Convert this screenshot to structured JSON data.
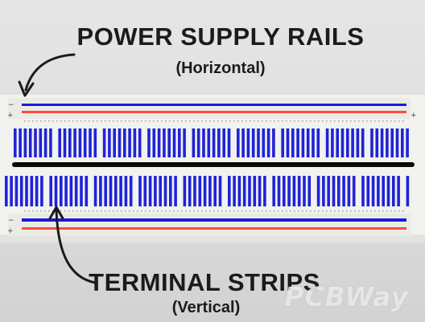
{
  "labels": {
    "rails_title": "POWER SUPPLY RAILS",
    "rails_sub": "(Horizontal)",
    "strips_title": "TERMINAL STRIPS",
    "strips_sub": "(Vertical)",
    "watermark": "PCBWay"
  },
  "colors": {
    "positive_rail": "#ff4a3d",
    "negative_rail": "#1a1ad8",
    "terminal_strip": "#1f23d8",
    "center_channel": "#0a0a0a",
    "board": "#f2f2ee"
  },
  "icons": [
    "arrow-curved-left-icon",
    "arrow-curved-up-icon"
  ]
}
